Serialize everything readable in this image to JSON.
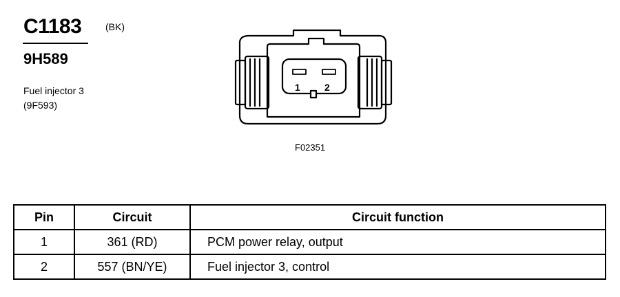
{
  "header": {
    "connector_code": "C1183",
    "color_code": "(BK)",
    "part_number": "9H589",
    "description_line1": "Fuel injector 3",
    "description_line2": "(9F593)"
  },
  "diagram": {
    "pin_labels": [
      "1",
      "2"
    ],
    "figure_id": "F02351"
  },
  "table": {
    "headers": [
      "Pin",
      "Circuit",
      "Circuit function"
    ],
    "rows": [
      {
        "pin": "1",
        "circuit": "361 (RD)",
        "function": "PCM power relay, output"
      },
      {
        "pin": "2",
        "circuit": "557 (BN/YE)",
        "function": "Fuel injector 3, control"
      }
    ]
  }
}
